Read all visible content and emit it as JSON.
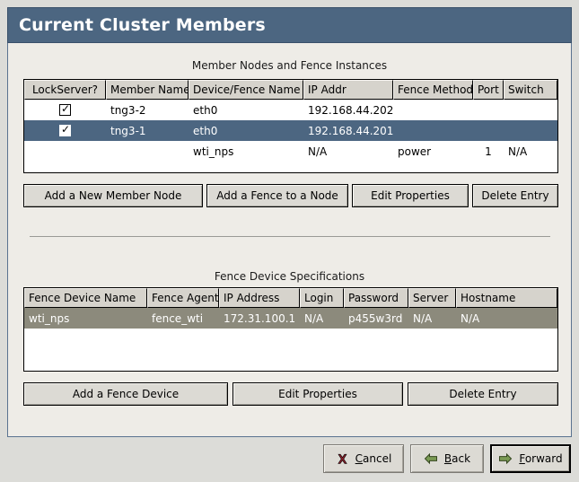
{
  "window": {
    "title": "Current Cluster Members"
  },
  "members_section": {
    "label": "Member Nodes and Fence Instances",
    "columns": [
      "LockServer?",
      "Member Name",
      "Device/Fence Name",
      "IP Addr",
      "Fence Method",
      "Port",
      "Switch"
    ],
    "rows": [
      {
        "selected": false,
        "lockserver_checked": true,
        "member_name": "tng3-2",
        "device_fence_name": "eth0",
        "ip_addr": "192.168.44.202",
        "fence_method": "",
        "port": "",
        "switch": ""
      },
      {
        "selected": true,
        "lockserver_checked": true,
        "member_name": "tng3-1",
        "device_fence_name": "eth0",
        "ip_addr": "192.168.44.201",
        "fence_method": "",
        "port": "",
        "switch": ""
      },
      {
        "selected": false,
        "lockserver_checked": false,
        "member_name": "",
        "device_fence_name": "wti_nps",
        "ip_addr": "N/A",
        "fence_method": "power",
        "port": "1",
        "switch": "N/A"
      }
    ],
    "buttons": {
      "add_member": "Add a New Member Node",
      "add_fence": "Add a Fence to a Node",
      "edit_properties": "Edit Properties",
      "delete_entry": "Delete Entry"
    }
  },
  "fence_device_section": {
    "label": "Fence Device Specifications",
    "columns": [
      "Fence Device Name",
      "Fence Agent",
      "IP Address",
      "Login",
      "Password",
      "Server",
      "Hostname"
    ],
    "rows": [
      {
        "selected": true,
        "fence_device_name": "wti_nps",
        "fence_agent": "fence_wti",
        "ip_address": "172.31.100.1",
        "login": "N/A",
        "password": "p455w3rd",
        "server": "N/A",
        "hostname": "N/A"
      }
    ],
    "buttons": {
      "add_device": "Add a Fence Device",
      "edit_properties": "Edit Properties",
      "delete_entry": "Delete Entry"
    }
  },
  "action_bar": {
    "cancel": {
      "prefix": "",
      "mnemonic": "C",
      "suffix": "ancel",
      "icon": "cancel-x-icon"
    },
    "back": {
      "prefix": "",
      "mnemonic": "B",
      "suffix": "ack",
      "icon": "arrow-left-icon"
    },
    "forward": {
      "prefix": "",
      "mnemonic": "F",
      "suffix": "orward",
      "icon": "arrow-right-icon"
    }
  },
  "colors": {
    "titlebar": "#4c6681",
    "panel_bg": "#eeece7",
    "selection_focus": "#4c6681",
    "selection_unfocus": "#8c8a7c",
    "cancel_icon": "#8a1f2a",
    "nav_icon": "#7a9a54"
  }
}
